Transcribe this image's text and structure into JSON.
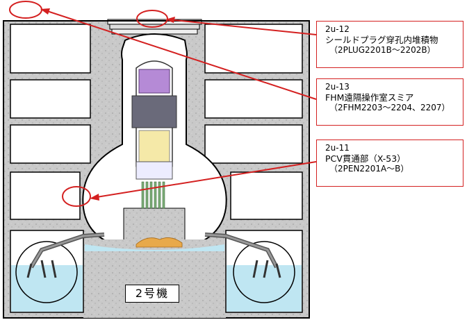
{
  "unit_label": "2号機",
  "callouts": [
    {
      "id": "2u-12",
      "title": "シールドプラグ穿孔内堆積物",
      "codes": "（2PLUG2201B～2202B）"
    },
    {
      "id": "2u-13",
      "title": "FHM遠隔操作室スミア",
      "codes": "（2FHM2203～2204、2207）"
    },
    {
      "id": "2u-11",
      "title": "PCV貫通部（X-53）",
      "codes": "（2PEN2201A～B）"
    }
  ],
  "colors": {
    "concrete": "#c9c9c9",
    "annotation_red": "#d42020",
    "water": "#bfe6f2",
    "fuel_yellow": "#f5e9a8",
    "internals_purple": "#b58ad6",
    "internals_green": "#7fb07a",
    "debris_orange": "#e8a94a"
  }
}
